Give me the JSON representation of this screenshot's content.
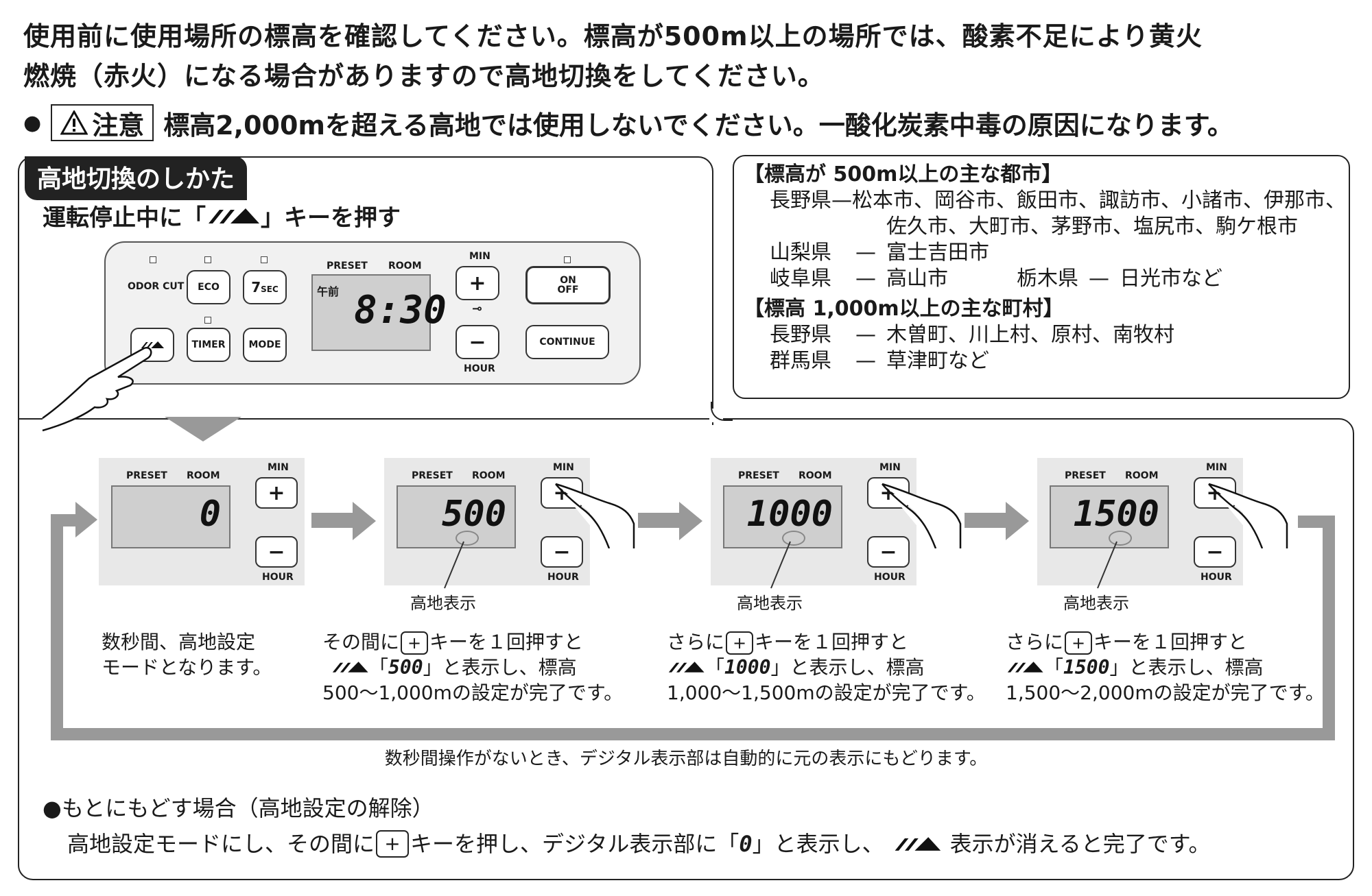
{
  "intro": {
    "line1": "使用前に使用場所の標高を確認してください。標高が500m以上の場所では、酸素不足により黄火",
    "line2": "燃焼（赤火）になる場合がありますので高地切換をしてください。"
  },
  "warning": {
    "bullet": "●",
    "label": "注意",
    "text": "標高2,000mを超える高地では使用しないでください。一酸化炭素中毒の原因になります。"
  },
  "section": {
    "title": "高地切換のしかた",
    "instruction_before": "運転停止中に「",
    "instruction_after": "」キーを押す"
  },
  "cities": {
    "heading1": "【標高が 500m以上の主な都市】",
    "rows1": [
      {
        "pref": "長野県",
        "dash": "—",
        "list": "松本市、岡谷市、飯田市、諏訪市、小諸市、伊那市、"
      },
      {
        "pref": "",
        "dash": "",
        "list": "佐久市、大町市、茅野市、塩尻市、駒ケ根市"
      },
      {
        "pref": "山梨県",
        "dash": "—",
        "list": "富士吉田市"
      },
      {
        "pref": "岐阜県",
        "dash": "—",
        "list": "高山市"
      }
    ],
    "tochigi_pref": "栃木県",
    "tochigi_dash": "—",
    "tochigi_list": "日光市など",
    "heading2": "【標高 1,000m以上の主な町村】",
    "rows2": [
      {
        "pref": "長野県",
        "dash": "—",
        "list": "木曽町、川上村、原村、南牧村"
      },
      {
        "pref": "群馬県",
        "dash": "—",
        "list": "草津町など"
      }
    ]
  },
  "control": {
    "odor_cut": "ODOR CUT",
    "eco": "ECO",
    "sec7_num": "7",
    "sec7_unit": "SEC",
    "timer": "TIMER",
    "mode": "MODE",
    "preset": "PRESET",
    "room": "ROOM",
    "gozen": "午前",
    "time": "8:30",
    "min": "MIN",
    "hour": "HOUR",
    "plus": "+",
    "minus": "−",
    "on": "ON",
    "off": "OFF",
    "continue": "CONTINUE"
  },
  "steps": [
    {
      "value": "0",
      "caption1": "数秒間、高地設定",
      "caption2": "モードとなります。",
      "caption3": ""
    },
    {
      "value": "500",
      "caption1": "その間に",
      "caption1b": "キーを１回押すと",
      "caption2": "「",
      "caption2b": "」と表示し、標高",
      "caption3": "500〜1,000mの設定が完了です。",
      "label": "高地表示"
    },
    {
      "value": "1000",
      "caption1": "さらに",
      "caption1b": "キーを１回押すと",
      "caption2": "「",
      "caption2b": "」と表示し、標高",
      "caption3": "1,000〜1,500mの設定が完了です。",
      "label": "高地表示"
    },
    {
      "value": "1500",
      "caption1": "さらに",
      "caption1b": "キーを１回押すと",
      "caption2": "「",
      "caption2b": "」と表示し、標高",
      "caption3": "1,500〜2,000mの設定が完了です。",
      "label": "高地表示"
    }
  ],
  "panel_labels": {
    "preset": "PRESET",
    "room": "ROOM",
    "min": "MIN",
    "hour": "HOUR",
    "plus": "+",
    "minus": "−"
  },
  "note": "数秒間操作がないとき、デジタル表示部は自動的に元の表示にもどります。",
  "reset": {
    "heading": "●もとにもどす場合（高地設定の解除）",
    "text1": "高地設定モードにし、その間に",
    "text2": "キーを押し、デジタル表示部に「",
    "zero": "0",
    "text3": "」と表示し、",
    "text4": "表示が消えると完了です。"
  }
}
